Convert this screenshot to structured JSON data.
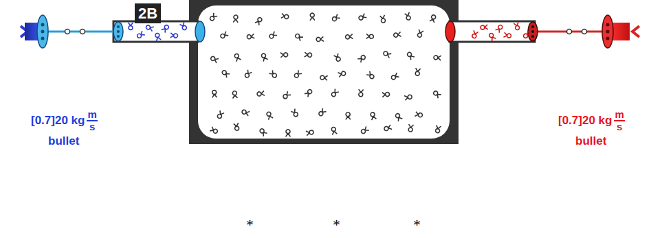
{
  "diagram": {
    "nodes": [
      {
        "text": [
          "2B"
        ]
      }
    ],
    "labels": [
      "[0.7]20 kg",
      "m",
      "s",
      "bullet",
      "[0.7]20 kg",
      "m",
      "s",
      "bullet",
      "*",
      "*",
      "*"
    ]
  }
}
